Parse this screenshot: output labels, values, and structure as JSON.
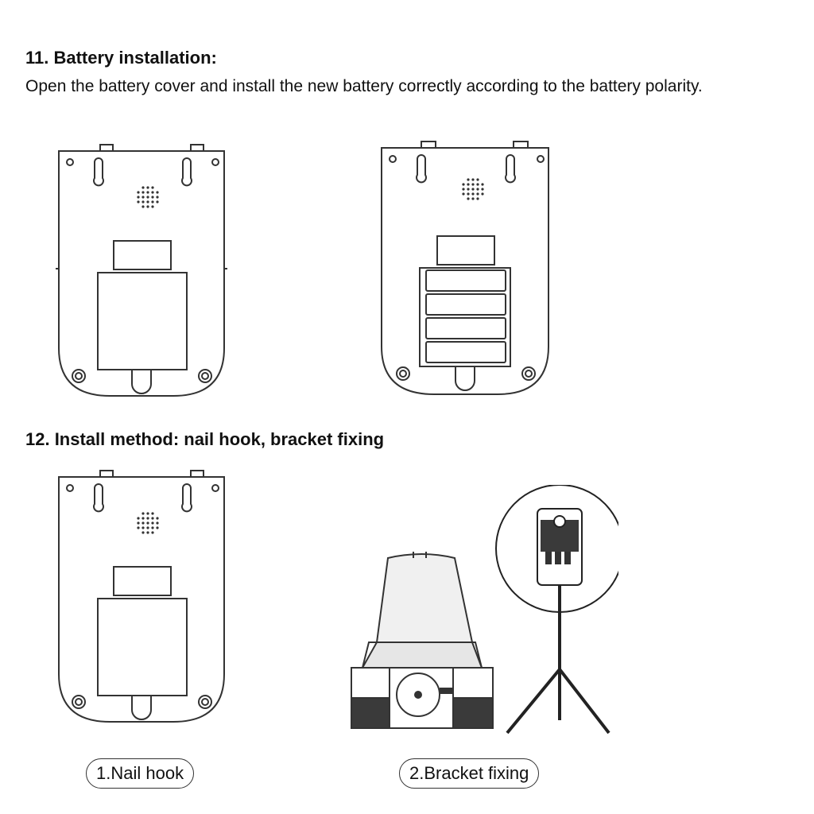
{
  "section11": {
    "heading": "11. Battery installation:",
    "instruction": "Open the battery cover and install the new battery correctly according to the battery polarity."
  },
  "section12": {
    "heading": "12. Install method: nail hook, bracket fixing"
  },
  "captions": {
    "nail_hook": "1.Nail hook",
    "bracket_fixing": "2.Bracket fixing"
  },
  "colors": {
    "line": "#333333",
    "device_dark": "#3a3a3a"
  }
}
